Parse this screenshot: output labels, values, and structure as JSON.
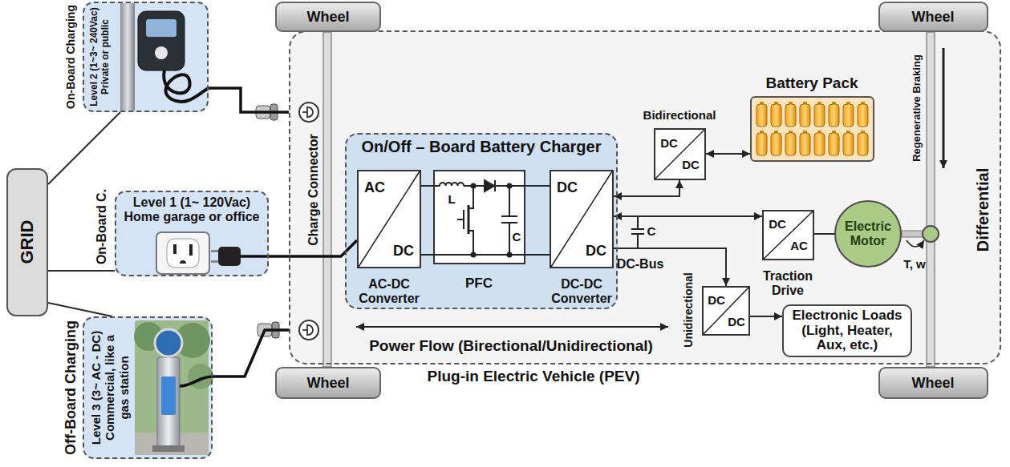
{
  "diagram": {
    "nodes": [
      {
        "text": [
          "GRID"
        ]
      },
      {
        "text": [
          "On-Board Charging",
          "Level 2 (1~3~ 240Vac) Private or public"
        ]
      },
      {
        "text": [
          "On-Board C.",
          "Level 1 (1~ 120Vac) Home garage or office"
        ]
      },
      {
        "text": [
          "Off-Board Charging",
          "Level 3 (3~ AC - DC) Commercial, like a gas station"
        ]
      },
      {
        "text": [
          "Plug-in Electric Vehicle (PEV)"
        ]
      },
      {
        "text": [
          "Wheel"
        ]
      },
      {
        "text": [
          "Wheel"
        ]
      },
      {
        "text": [
          "Wheel"
        ]
      },
      {
        "text": [
          "Wheel"
        ]
      },
      {
        "text": [
          "On/Off – Board Battery Charger"
        ],
        "in": 4
      },
      {
        "text": [
          "AC",
          "DC",
          "AC-DC Converter"
        ],
        "in": 9
      },
      {
        "text": [
          "L",
          "C",
          "PFC"
        ],
        "in": 9
      },
      {
        "text": [
          "DC",
          "DC",
          "DC-DC Converter"
        ],
        "in": 9
      },
      {
        "text": [
          "Bidirectional",
          "DC",
          "DC"
        ],
        "in": 4
      },
      {
        "text": [
          "Battery Pack"
        ],
        "in": 4
      },
      {
        "text": [
          "DC",
          "AC",
          "Traction Drive"
        ],
        "in": 4
      },
      {
        "text": [
          "Electric Motor"
        ],
        "in": 4
      },
      {
        "text": [
          "Unidirectional",
          "DC",
          "DC"
        ],
        "in": 4
      },
      {
        "text": [
          "Electronic Loads (Light, Heater, Aux, etc.)"
        ],
        "in": 4
      }
    ],
    "edges": [
      {
        "from": 0,
        "to": 1,
        "arrow": "none"
      },
      {
        "from": 0,
        "to": 2,
        "arrow": "none"
      },
      {
        "from": 0,
        "to": 3,
        "arrow": "none"
      },
      {
        "from": 1,
        "to": 4,
        "arrow": "none"
      },
      {
        "from": 2,
        "to": 10,
        "arrow": "none"
      },
      {
        "from": 3,
        "to": 4,
        "arrow": "none"
      },
      {
        "from": 10,
        "to": 11,
        "arrow": "none"
      },
      {
        "from": 11,
        "to": 12,
        "arrow": "none"
      },
      {
        "from": 12,
        "to": 13,
        "arrow": "both"
      },
      {
        "from": 13,
        "to": 14,
        "arrow": "both"
      },
      {
        "from": 12,
        "to": 15,
        "arrow": "both"
      },
      {
        "from": 15,
        "to": 16,
        "arrow": "none"
      },
      {
        "from": 12,
        "to": 17,
        "arrow": "to"
      },
      {
        "from": 17,
        "to": 18,
        "arrow": "to"
      }
    ],
    "labels": [
      "Charge Connector",
      "C",
      "DC-Bus",
      "Power Flow (Birectional/Unidirectional)",
      "Regenerative Braking",
      "T, w",
      "Differential"
    ]
  }
}
